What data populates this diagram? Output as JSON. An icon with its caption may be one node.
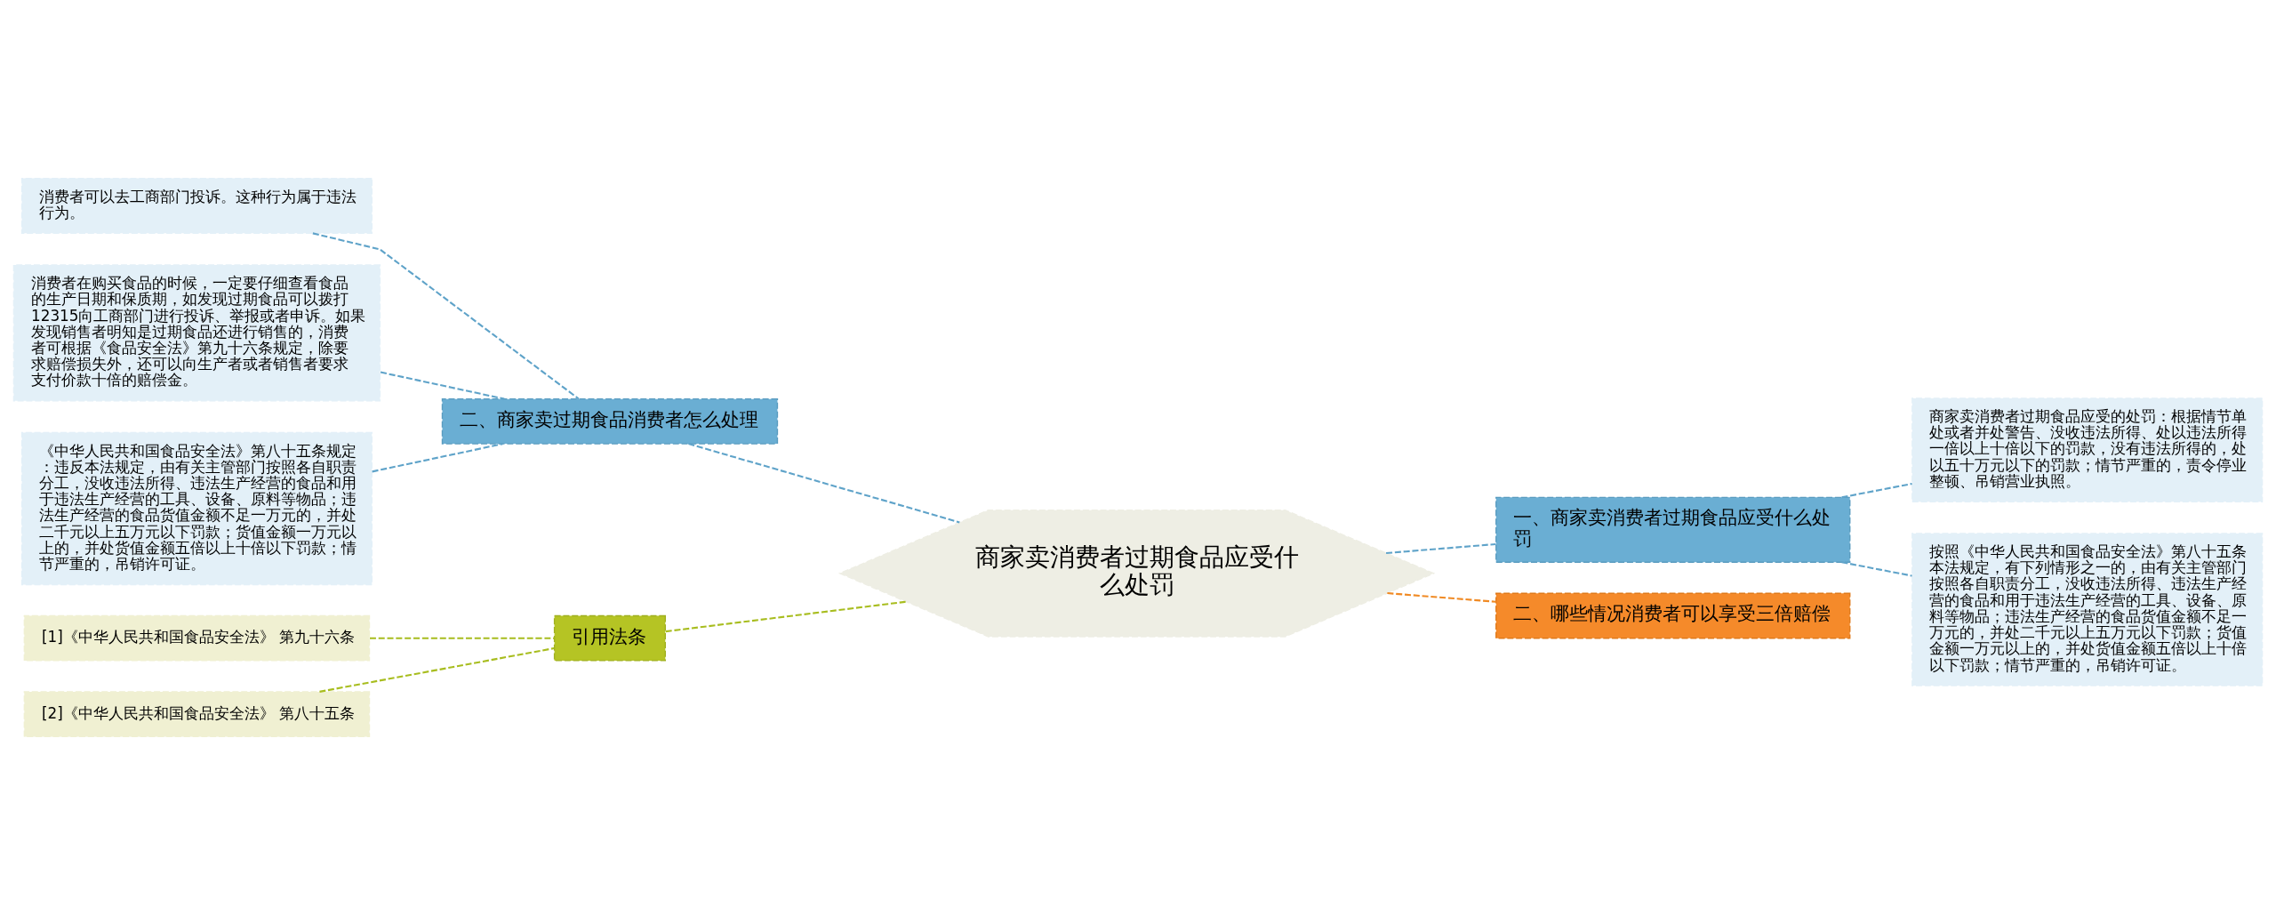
{
  "diagram": {
    "nodes": [
      {
        "text": [
          "商家卖消费者过期食品应受什么处罚"
        ]
      },
      {
        "text": [
          "一、商家卖消费者过期食品应受什么处罚"
        ]
      },
      {
        "text": [
          "商家卖消费者过期食品应受的处罚：根据情节单处或者并处警告、没收违法所得、处以违法所得一倍以上十倍以下的罚款，没有违法所得的，处以五十万元以下的罚款；情节严重的，责令停业整顿、吊销营业执照。"
        ]
      },
      {
        "text": [
          "按照《中华人民共和国食品安全法》第八十五条本法规定，有下列情形之一的，由有关主管部门按照各自职责分工，没收违法所得、违法生产经营的食品和用于违法生产经营的工具、设备、原料等物品；违法生产经营的食品货值金额不足一万元的，并处二千元以上五万元以下罚款；货值金额一万元以上的，并处货值金额五倍以上十倍以下罚款；情节严重的，吊销许可证。"
        ]
      },
      {
        "text": [
          "二、哪些情况消费者可以享受三倍赔偿"
        ]
      },
      {
        "text": [
          "二、商家卖过期食品消费者怎么处理"
        ]
      },
      {
        "text": [
          "消费者可以去工商部门投诉。这种行为属于违法行为。"
        ]
      },
      {
        "text": [
          "消费者在购买食品的时候，一定要仔细查看食品的生产日期和保质期，如发现过期食品可以拨打12315向工商部门进行投诉、举报或者申诉。如果发现销售者明知是过期食品还进行销售的，消费者可根据《食品安全法》第九十六条规定，除要求赔偿损失外，还可以向生产者或者销售者要求支付价款十倍的赔偿金。"
        ]
      },
      {
        "text": [
          "《中华人民共和国食品安全法》第八十五条规定：违反本法规定，由有关主管部门按照各自职责分工，没收违法所得、违法生产经营的食品和用于违法生产经营的工具、设备、原料等物品；违法生产经营的食品货值金额不足一万元的，并处二千元以上五万元以下罚款；货值金额一万元以上的，并处货值金额五倍以上十倍以下罚款；情节严重的，吊销许可证。"
        ]
      },
      {
        "text": [
          "引用法条"
        ]
      },
      {
        "text": [
          "[1]《中华人民共和国食品安全法》 第九十六条"
        ]
      },
      {
        "text": [
          "[2]《中华人民共和国食品安全法》 第八十五条"
        ]
      }
    ],
    "edges": [
      {
        "from": 0,
        "to": 1,
        "arrow": "none",
        "style": "dashed"
      },
      {
        "from": 1,
        "to": 2,
        "arrow": "none",
        "style": "dashed"
      },
      {
        "from": 1,
        "to": 3,
        "arrow": "none",
        "style": "dashed"
      },
      {
        "from": 0,
        "to": 4,
        "arrow": "none",
        "style": "dashed",
        "color": "#f08a24"
      },
      {
        "from": 0,
        "to": 5,
        "arrow": "none",
        "style": "dashed"
      },
      {
        "from": 5,
        "to": 6,
        "arrow": "none",
        "style": "dashed"
      },
      {
        "from": 5,
        "to": 7,
        "arrow": "none",
        "style": "dashed"
      },
      {
        "from": 5,
        "to": 8,
        "arrow": "none",
        "style": "dashed"
      },
      {
        "from": 0,
        "to": 9,
        "arrow": "none",
        "style": "dashed",
        "color": "#a8bd1f"
      },
      {
        "from": 9,
        "to": 10,
        "arrow": "none",
        "style": "dashed",
        "color": "#a8bd1f"
      },
      {
        "from": 9,
        "to": 11,
        "arrow": "none",
        "style": "dashed",
        "color": "#a8bd1f"
      }
    ]
  }
}
